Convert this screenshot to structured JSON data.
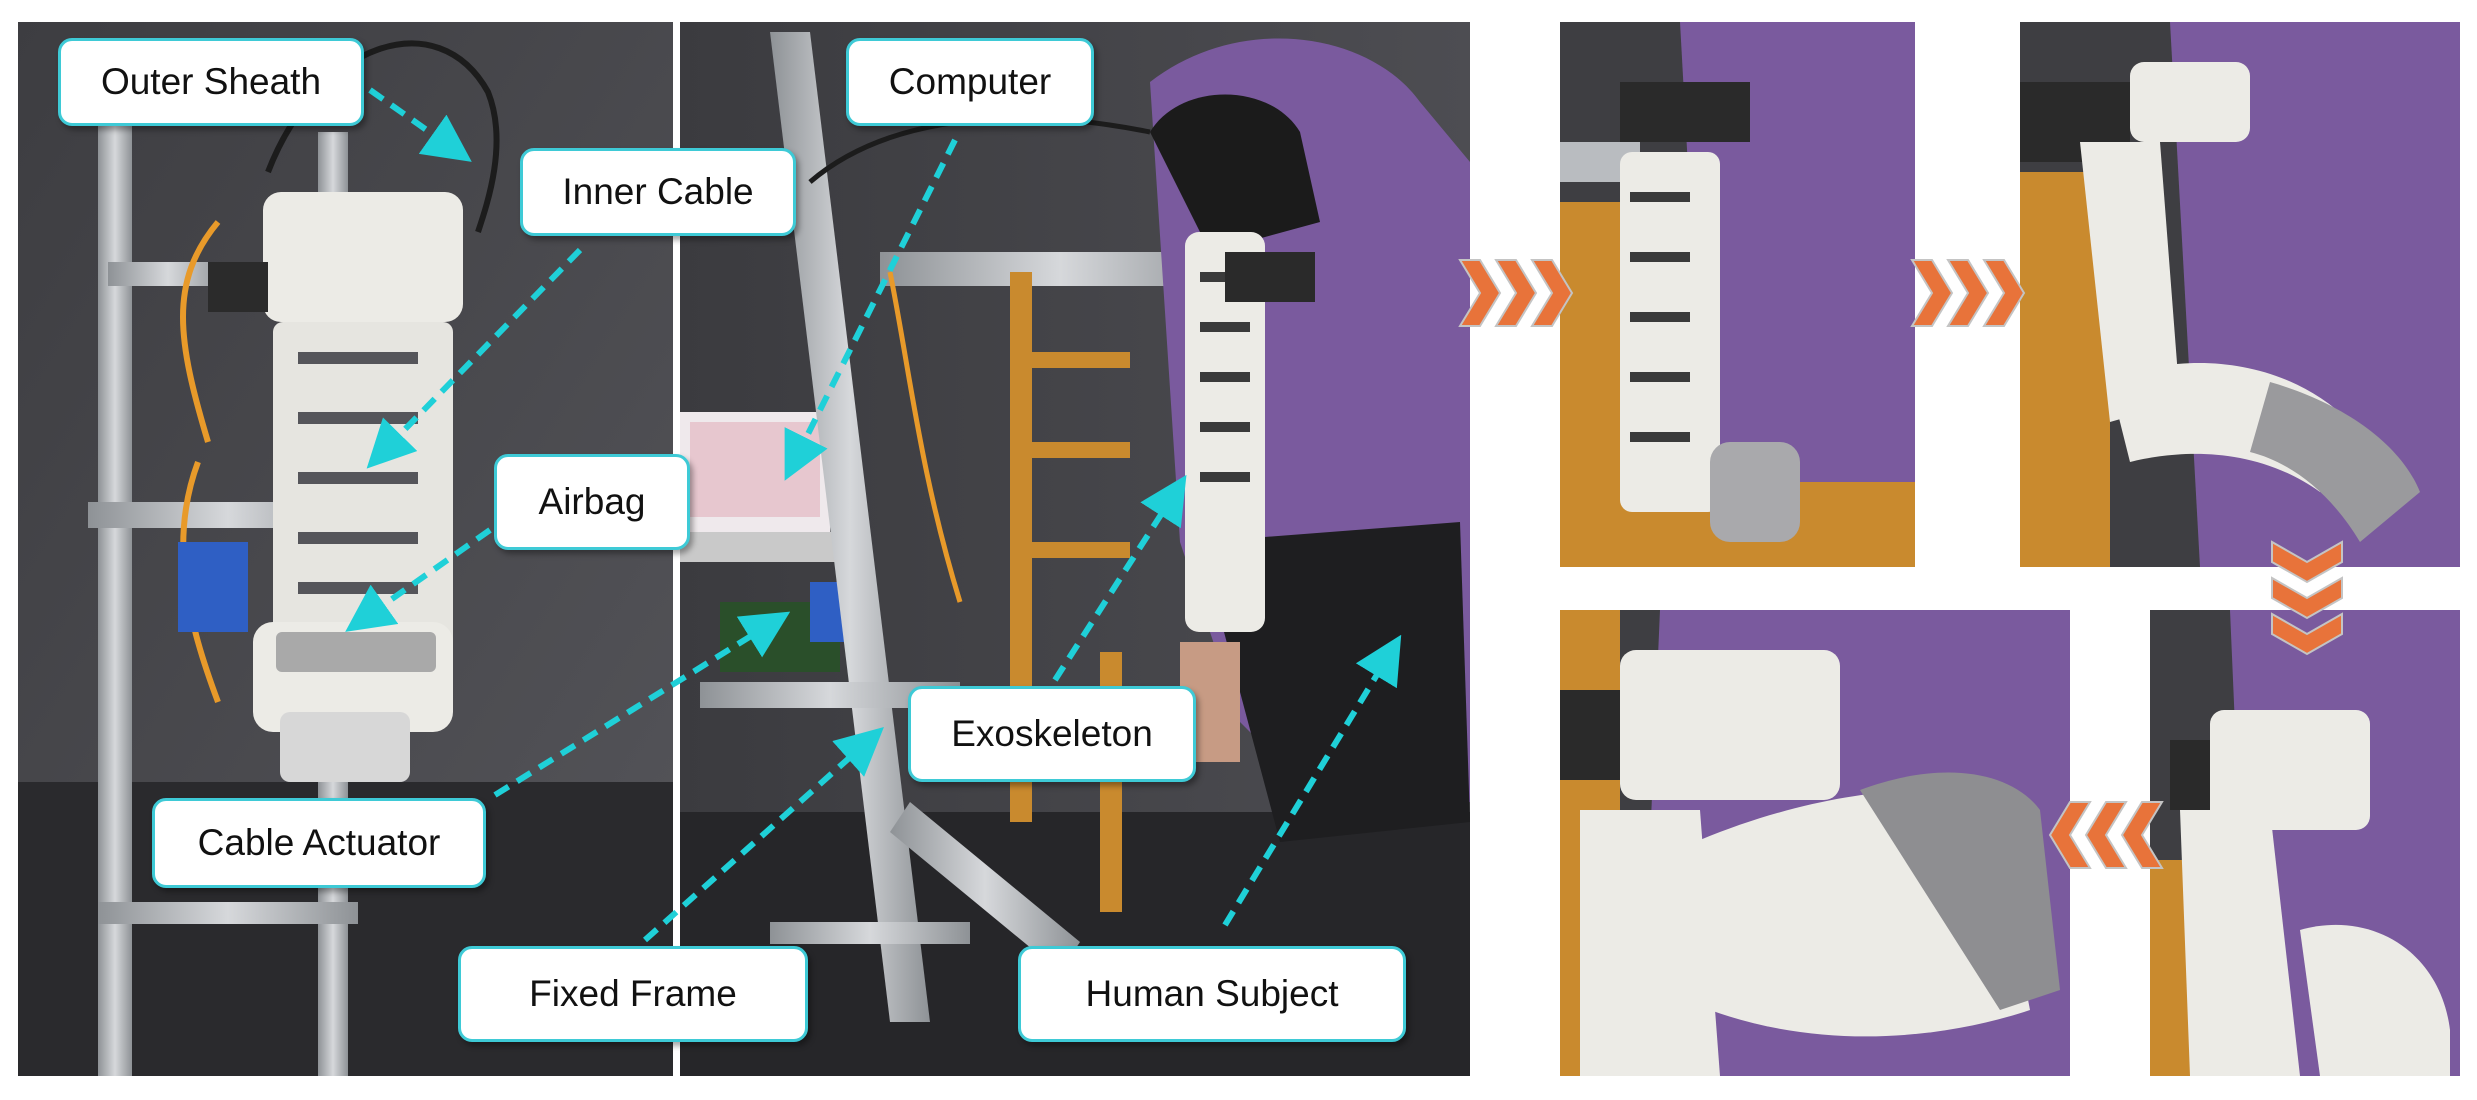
{
  "labels": {
    "outer_sheath": "Outer Sheath",
    "inner_cable": "Inner Cable",
    "computer": "Computer",
    "airbag": "Airbag",
    "exoskeleton": "Exoskeleton",
    "cable_actuator": "Cable Actuator",
    "fixed_frame": "Fixed Frame",
    "human_subject": "Human Subject"
  },
  "colors": {
    "label_border": "#3ecad6",
    "arrow": "#1fd0d8",
    "chevron": "#e8733a",
    "backdrop": "#4a4a4e",
    "frame_metal": "#b9bcc0",
    "device_white": "#ecebe6",
    "hoodie": "#7a5a9e",
    "chair": "#c98a2e"
  },
  "icons": {
    "sequence_arrow": "triple-chevron-icon"
  }
}
